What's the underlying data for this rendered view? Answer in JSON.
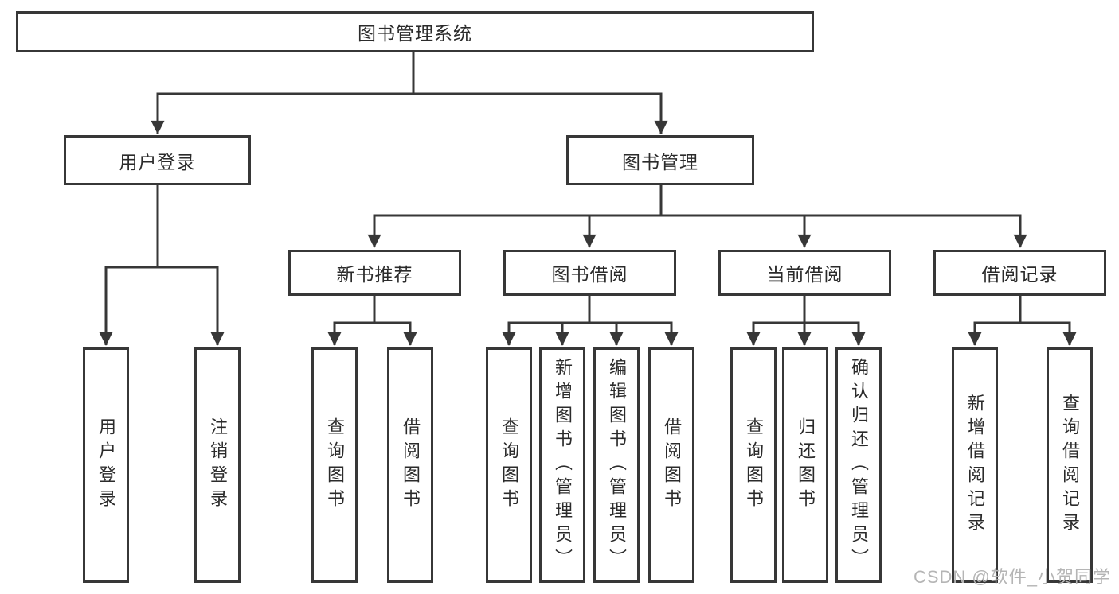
{
  "diagram": {
    "root": {
      "label": "图书管理系统"
    },
    "branches": [
      {
        "label": "用户登录",
        "children": [
          {
            "label": "用户登录"
          },
          {
            "label": "注销登录"
          }
        ]
      },
      {
        "label": "图书管理",
        "children": [
          {
            "label": "新书推荐",
            "children": [
              {
                "label": "查询图书"
              },
              {
                "label": "借阅图书"
              }
            ]
          },
          {
            "label": "图书借阅",
            "children": [
              {
                "label": "查询图书"
              },
              {
                "label": "新增图书（管理员）"
              },
              {
                "label": "编辑图书（管理员）"
              },
              {
                "label": "借阅图书"
              }
            ]
          },
          {
            "label": "当前借阅",
            "children": [
              {
                "label": "查询图书"
              },
              {
                "label": "归还图书"
              },
              {
                "label": "确认归还（管理员）"
              }
            ]
          },
          {
            "label": "借阅记录",
            "children": [
              {
                "label": "新增借阅记录"
              },
              {
                "label": "查询借阅记录"
              }
            ]
          }
        ]
      }
    ]
  },
  "watermark": "CSDN @软件_小贺同学",
  "colors": {
    "line": "#373737",
    "text": "#2b2b2b",
    "watermark": "#b5b5b5",
    "background": "#ffffff"
  }
}
